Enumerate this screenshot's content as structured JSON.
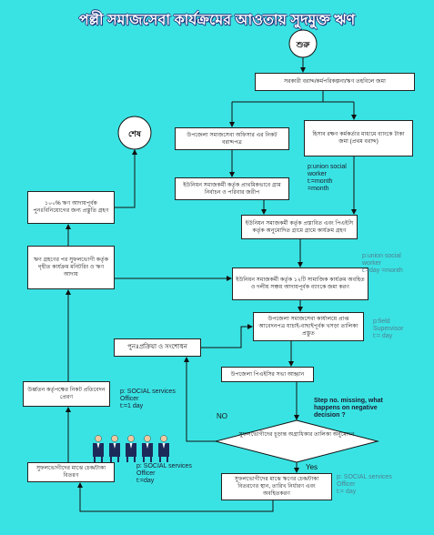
{
  "title": "পল্লী সমাজসেবা কার্যক্রমের আওতায় সুদমুক্ত ঋণ",
  "colors": {
    "background": "#3ae3e3",
    "box_fill": "#ffffff",
    "title_text": "#ffffff",
    "title_shadow": "#1c2f7a",
    "annotation_dark": "#1a1a2e",
    "annotation_muted": "#4d7f91"
  },
  "nodes": {
    "start": "শুরু",
    "end": "শেষ",
    "fund_deposit": "সরকারী বরাদ্দ/কর্মপরিকল্পনা/ঋণ তহবিলে জমা",
    "allocation_letter": "উপজেলা সমাজসেবা অফিসার এর নিকট বরাদ্দপত্র",
    "bank_deposit": "হিসাব রক্ষণ কর্মকর্তার মাধ্যমে ব্যাংকে টাকা জমা (প্রথম বরাদ্দ)",
    "village_survey": "ইউনিয়ন সমাজকর্মী কর্তৃক প্রাথমিকভাবে গ্রাম নির্বাচন ও পরিবার জরীপ",
    "reinvestment": "১০০% ঋণ আদায়পূর্বক পুনঃবিনিয়োগের জন্য প্রস্তুতি গ্রহণ",
    "program_start": "ইউনিয়ন সমাজকর্মী কর্তৃক প্রস্তাবিত এবং পিএইসি কর্তৃক অনুমোদিত গ্রামে গ্রামে কার্যক্রম গ্রহণ",
    "monitoring": "ঋণ গ্রহণের পর সুফলভোগী কর্তৃক গৃহীত কার্যক্রম মনিটরিং ও ঋণ আদায়",
    "savings_deposit": "ইউনিয়ন সমাজকর্মী কর্তৃক ১২টি সামাজিক কার্যক্রম অবহিত ও দলীয় সঞ্চয় আদায়পূর্বক ব্যাংকে জমা করণ",
    "draft_list": "উপজেলা সমাজসেবা কার্যালয়ে প্রাপ্ত আবেদনপত্র যাচাই-বাছাইপূর্বক খসড়া তালিকা প্রস্তুত",
    "reprocess": "পুনঃপ্রক্রিয়া ও সংশোধন",
    "pac_meeting": "উপজেলা পিএইসির সভা আহ্বান",
    "report": "উর্ধ্বতন কর্তৃপক্ষের নিকট প্রতিবেদন প্রেরণ",
    "final_list_approval": "সুফলভোগীদের চূড়ান্ত অগ্রাধিকার তালিকা অনুমোদন",
    "cheque_distribution": "সুফলভোগীদের মাঝে চেক/টাকা বিতরণ",
    "distribution_schedule": "সুফলভোগীদের মাঝে ঋণের চেক/টাকা বিতরণের স্থান, তারিখ নির্ধারণ এবং অবহিতকরণ"
  },
  "annotations": {
    "union_worker_month": [
      "p:union social",
      "worker",
      "t:=month",
      "=month"
    ],
    "union_worker_day": [
      "p:union social",
      "worker",
      "t:=day =month"
    ],
    "field_supervisor": [
      "p:field",
      "Supervisor",
      "t:= day"
    ],
    "officer_report": [
      "p: SOCIAL services",
      "Officer",
      "t:=1 day"
    ],
    "officer_distribution": [
      "p: SOCIAL services",
      "Officer",
      "t:=day"
    ],
    "officer_schedule": [
      "p: SOCIAL services",
      "Officer",
      "t:= day"
    ],
    "question": [
      "Step no. missing, what",
      "happens on negative",
      "decision ?"
    ]
  },
  "decision_labels": {
    "no": "NO",
    "yes": "Yes"
  },
  "icons": {
    "beneficiaries": "person-icon",
    "start": "start-circle",
    "end": "end-circle"
  }
}
